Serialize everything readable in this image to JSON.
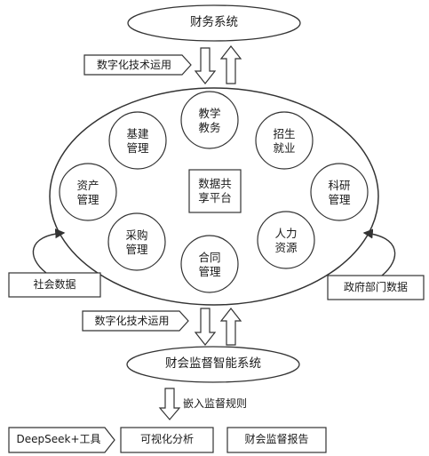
{
  "top_system": "财务系统",
  "digital_tech_top": "数字化技术运用",
  "digital_tech_mid": "数字化技术运用",
  "center_platform": [
    "数据共",
    "享平台"
  ],
  "modules": [
    {
      "name": "module-jiaoxue",
      "lines": [
        "教学",
        "教务"
      ]
    },
    {
      "name": "module-jijian",
      "lines": [
        "基建",
        "管理"
      ]
    },
    {
      "name": "module-zhaosheng",
      "lines": [
        "招生",
        "就业"
      ]
    },
    {
      "name": "module-zichan",
      "lines": [
        "资产",
        "管理"
      ]
    },
    {
      "name": "module-keyan",
      "lines": [
        "科研",
        "管理"
      ]
    },
    {
      "name": "module-caigou",
      "lines": [
        "采购",
        "管理"
      ]
    },
    {
      "name": "module-hetong",
      "lines": [
        "合同",
        "管理"
      ]
    },
    {
      "name": "module-renli",
      "lines": [
        "人力",
        "资源"
      ]
    }
  ],
  "social_data": "社会数据",
  "gov_data": "政府部门数据",
  "supervision_system": "财会监督智能系统",
  "embed_rules": "嵌入监督规则",
  "deepseek_tool": "DeepSeek+工具",
  "visual_analysis": "可视化分析",
  "supervision_report": "财会监督报告"
}
